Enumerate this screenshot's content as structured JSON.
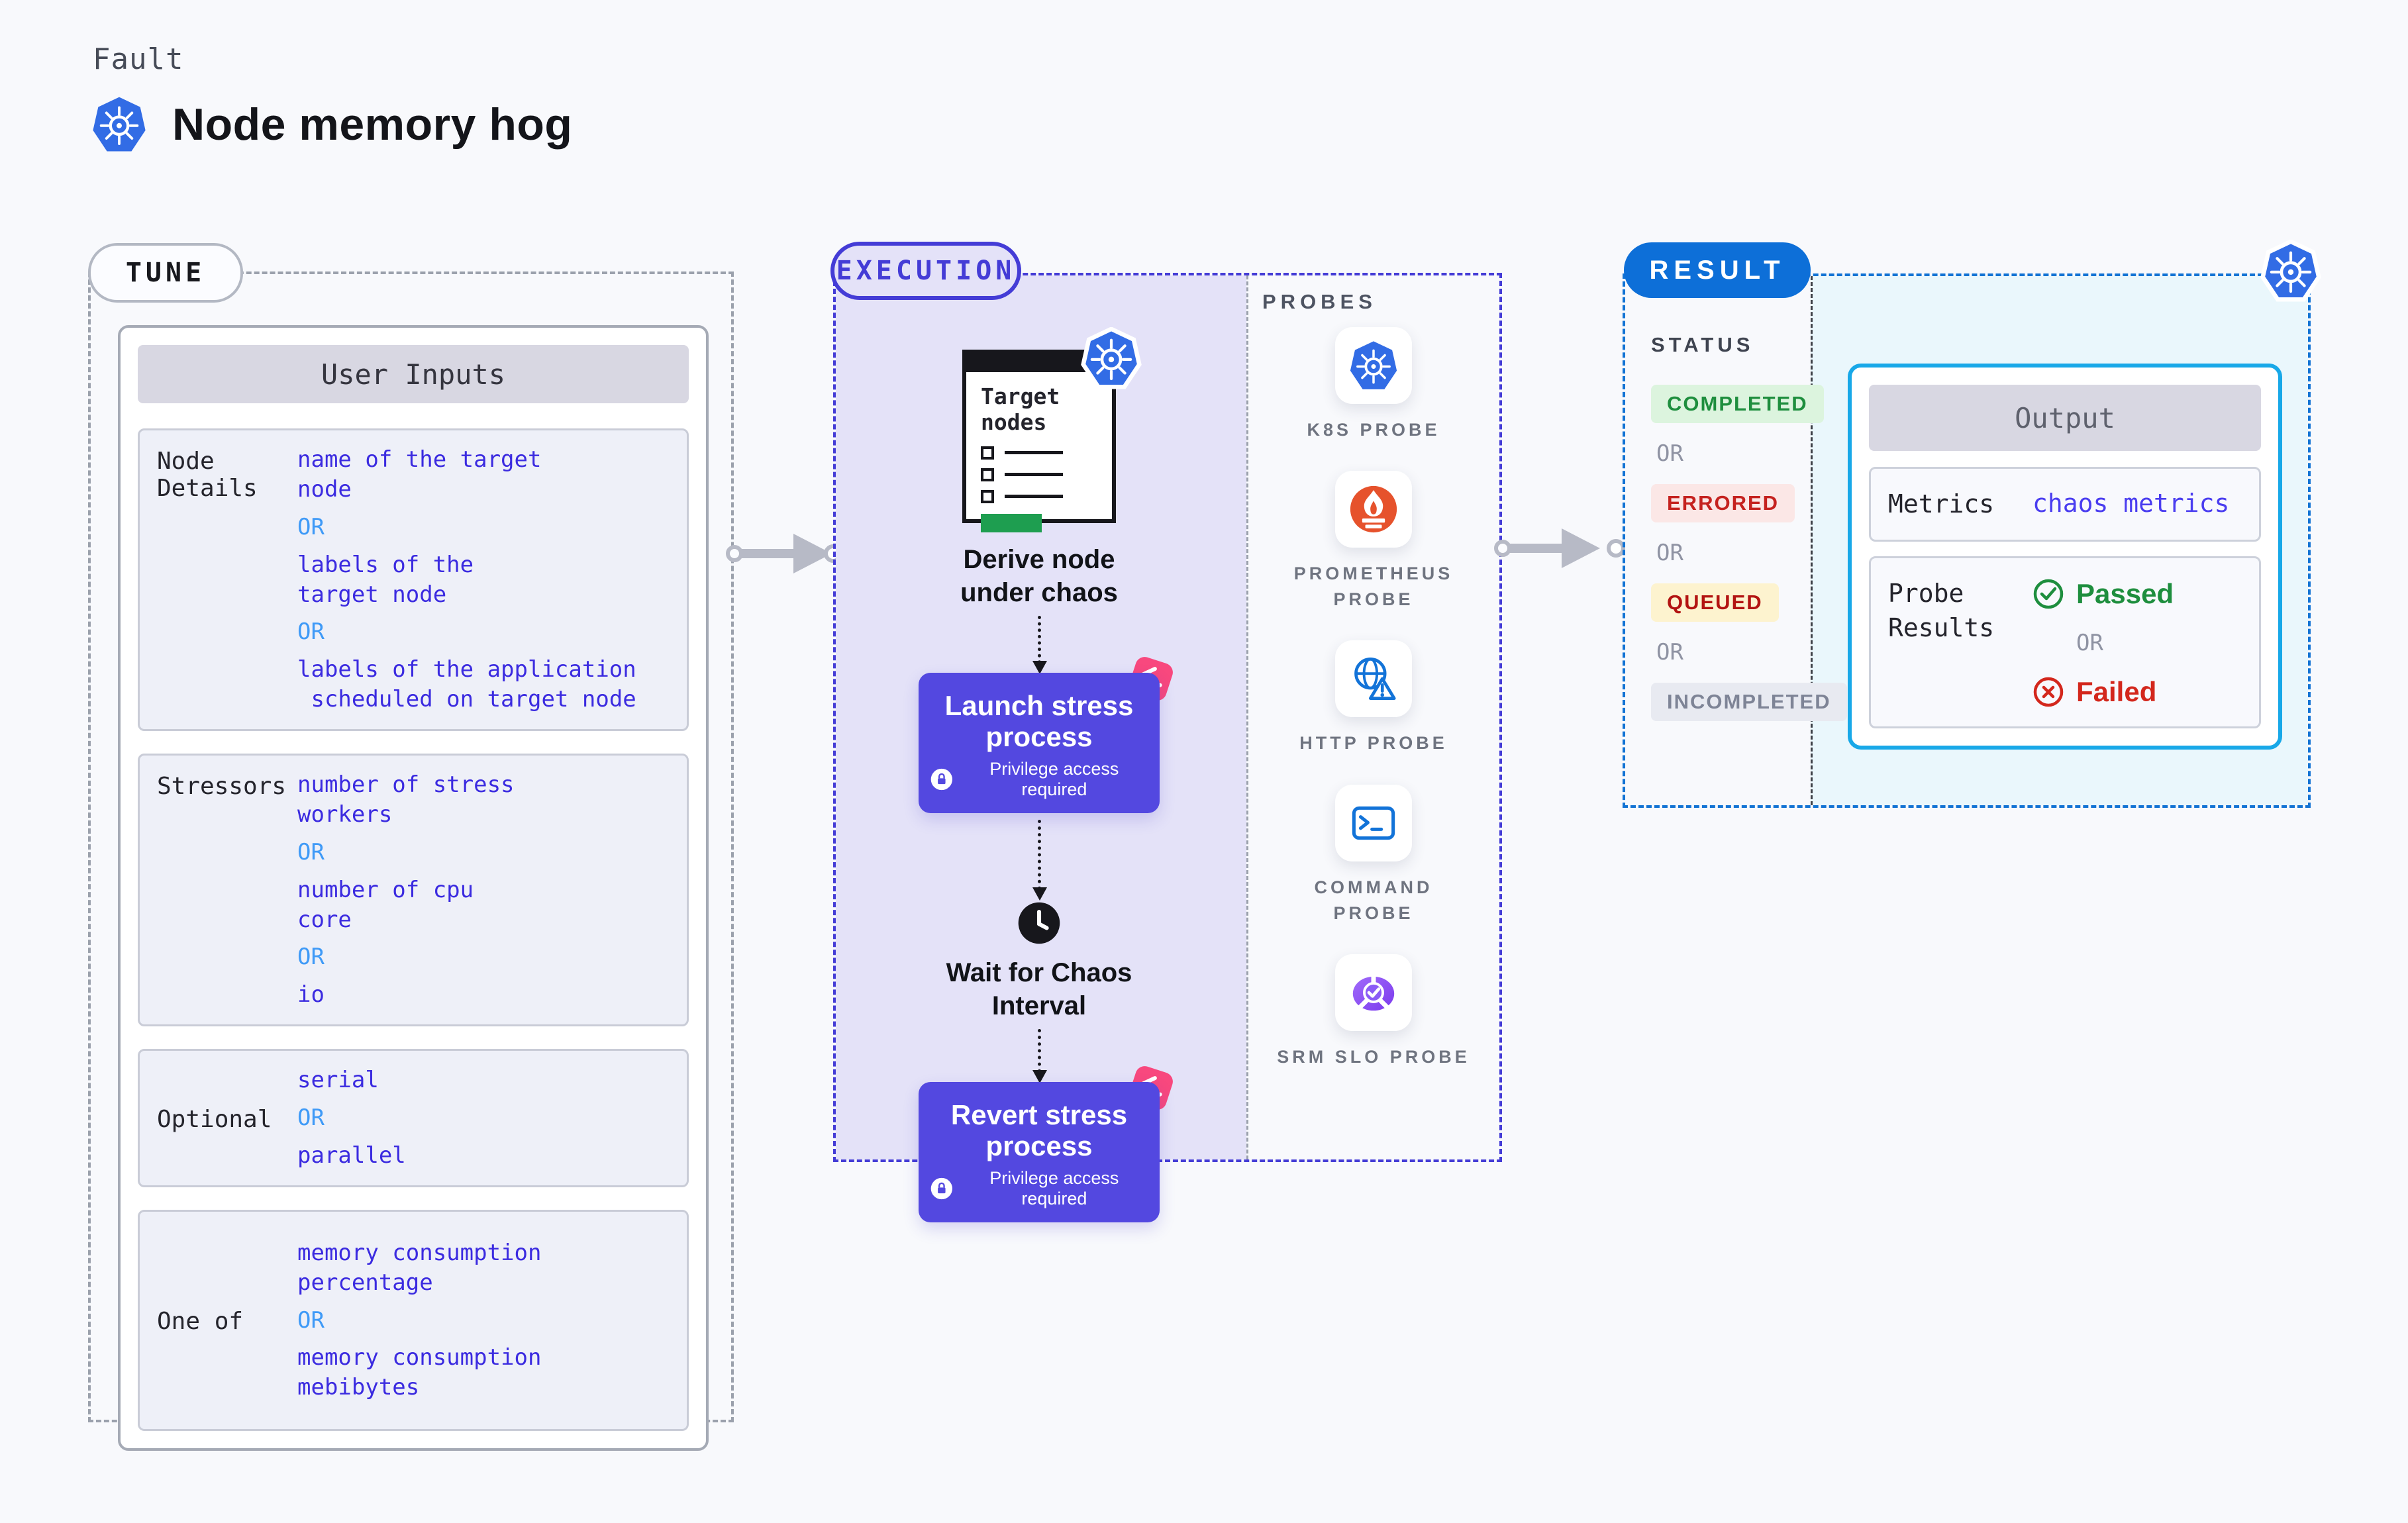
{
  "colors": {
    "accent-indigo": "#5348E0",
    "execution-border": "#443CD6",
    "execution-bg": "#E4E2F8",
    "value-blue": "#3B2BE0",
    "or-blue": "#3F9AF7",
    "kubernetes-blue": "#326CE5",
    "prometheus-orange": "#E6522C",
    "probe-icon-blue": "#1273D8",
    "srm-purple": "#8B5CF6",
    "result-blue": "#0D6FD8",
    "result-border": "#1273D4",
    "output-border-cyan": "#18A8E8",
    "result-bg-cyan": "#EAF7FC",
    "passed-green": "#1E8E3E",
    "failed-red": "#D3271C",
    "completed-bg": "#DCF4DE",
    "errored-red": "#C5221F",
    "errored-bg": "#FBE7E6",
    "queued-fg": "#B31412",
    "queued-bg": "#FDF3CF",
    "incompleted-fg": "#7E8496",
    "incompleted-bg": "#E8EAF1",
    "chaos-pink": "#F8487E",
    "connector-gray": "#B7BAC6"
  },
  "header": {
    "eyebrow": "Fault",
    "title": "Node memory hog"
  },
  "tune": {
    "badge": "TUNE",
    "table_title": "User Inputs",
    "rows": [
      {
        "label": "Node Details",
        "values": [
          "name of the target\nnode",
          "OR",
          "labels of the\ntarget node",
          "OR",
          "labels of the application\n scheduled on target node"
        ]
      },
      {
        "label": "Stressors",
        "values": [
          "number of stress\nworkers",
          "OR",
          "number of cpu\ncore",
          "OR",
          "io"
        ]
      },
      {
        "label": "Optional",
        "values": [
          "serial",
          "OR",
          "parallel"
        ]
      },
      {
        "label": "One of",
        "values": [
          "memory consumption\npercentage",
          "OR",
          "memory consumption\nmebibytes"
        ]
      }
    ]
  },
  "execution": {
    "badge": "EXECUTION",
    "illustration_title": "Target nodes",
    "derive_label": "Derive node under chaos",
    "launch": {
      "title": "Launch stress process",
      "sub": "Privilege access required"
    },
    "wait_label": "Wait for Chaos Interval",
    "revert": {
      "title": "Revert stress process",
      "sub": "Privilege access required"
    }
  },
  "probes": {
    "heading": "PROBES",
    "items": [
      {
        "label": "K8S PROBE",
        "icon": "kubernetes-icon"
      },
      {
        "label": "PROMETHEUS PROBE",
        "icon": "prometheus-icon"
      },
      {
        "label": "HTTP PROBE",
        "icon": "globe-warning-icon"
      },
      {
        "label": "COMMAND PROBE",
        "icon": "terminal-icon"
      },
      {
        "label": "SRM SLO PROBE",
        "icon": "slo-gauge-icon"
      }
    ]
  },
  "result": {
    "badge": "RESULT",
    "status_heading": "STATUS",
    "statuses": [
      "COMPLETED",
      "OR",
      "ERRORED",
      "OR",
      "QUEUED",
      "OR",
      "INCOMPLETED"
    ],
    "output": {
      "title": "Output",
      "metrics_label": "Metrics",
      "metrics_value": "chaos metrics",
      "probe_results_label": "Probe Results",
      "passed": "Passed",
      "or": "OR",
      "failed": "Failed"
    }
  }
}
